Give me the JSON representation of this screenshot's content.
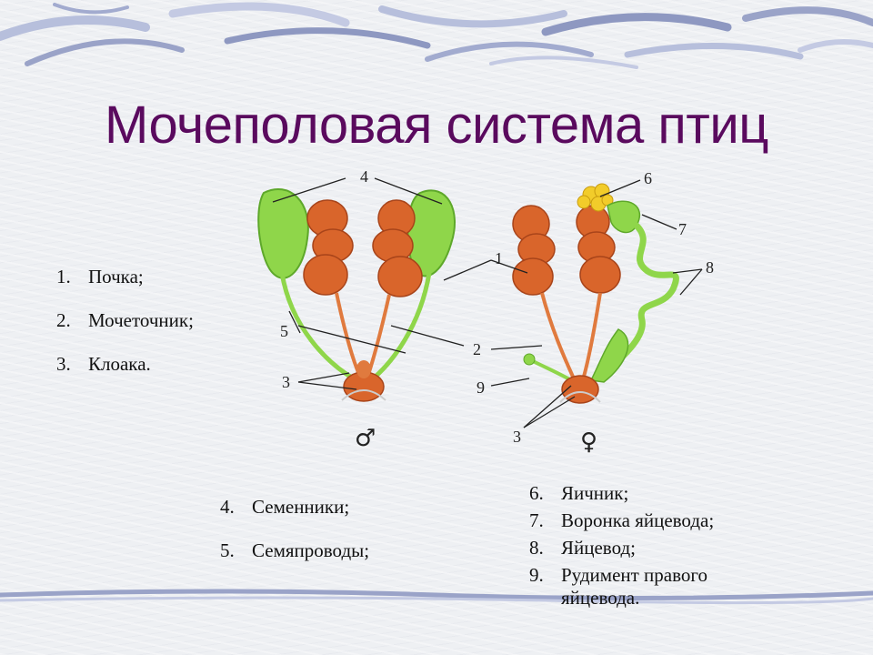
{
  "title": "Мочеполовая система птиц",
  "colors": {
    "title": "#5a0a5e",
    "kidney": "#d9652b",
    "testis_green": "#8fd64a",
    "ovary_yellow": "#f2cc2a",
    "band": "#9aa3c8"
  },
  "diagram": {
    "labels": {
      "n1": "1",
      "n2": "2",
      "n3_male": "3",
      "n3_female": "3",
      "n4": "4",
      "n5": "5",
      "n6": "6",
      "n7": "7",
      "n8": "8",
      "n9": "9"
    },
    "male_symbol": "♂",
    "female_symbol": "♀"
  },
  "legend_left": [
    {
      "num": "1.",
      "text": "Почка;"
    },
    {
      "num": "2.",
      "text": "Мочеточник;"
    },
    {
      "num": "3.",
      "text": "Клоака."
    }
  ],
  "legend_mid": [
    {
      "num": "4.",
      "text": "Семенники;"
    },
    {
      "num": "5.",
      "text": "Семяпроводы;"
    }
  ],
  "legend_right": [
    {
      "num": "6.",
      "text": "Яичник;"
    },
    {
      "num": "7.",
      "text": "Воронка яйцевода;"
    },
    {
      "num": "8.",
      "text": "Яйцевод;"
    },
    {
      "num": "9.",
      "text": "Рудимент правого яйцевода."
    }
  ]
}
